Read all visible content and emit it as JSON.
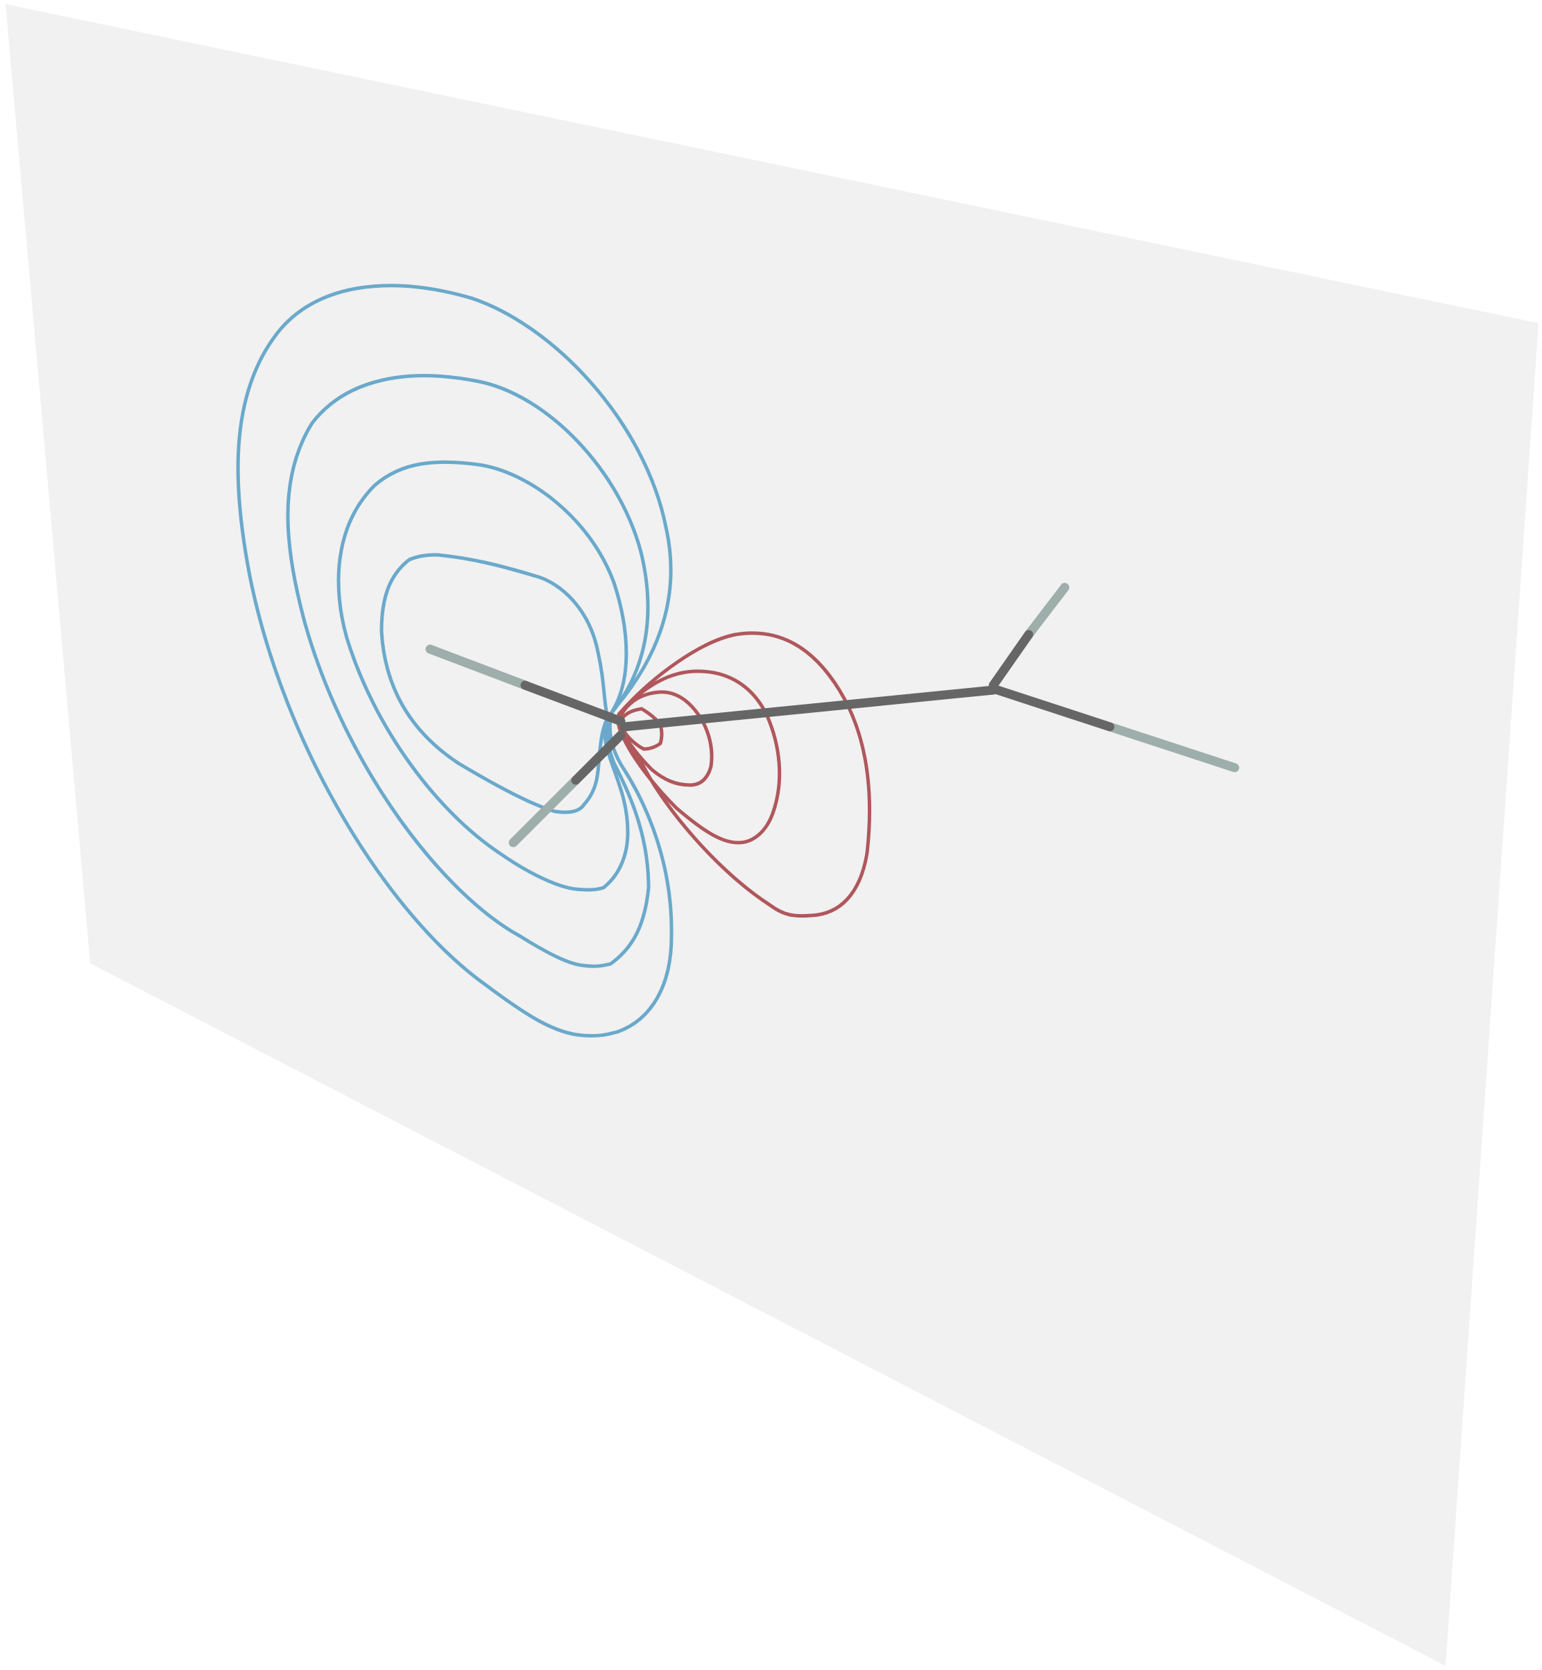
{
  "figure": {
    "description_kind": "orbital contour plot on a plane with molecular skeleton",
    "colors": {
      "plane": "#f1f1f1",
      "page_background": "#ffffff",
      "positive_lobe": "#6aa9cb",
      "negative_lobe": "#b0575c",
      "carbon_bond": "#666666",
      "hydrogen_bond": "#9eaeaa"
    },
    "contour_levels": {
      "positive_lobe_count": 4,
      "negative_lobe_count": 4
    },
    "atoms": {
      "heavy_atom_count": 2,
      "hydrogen_count": 4
    }
  }
}
